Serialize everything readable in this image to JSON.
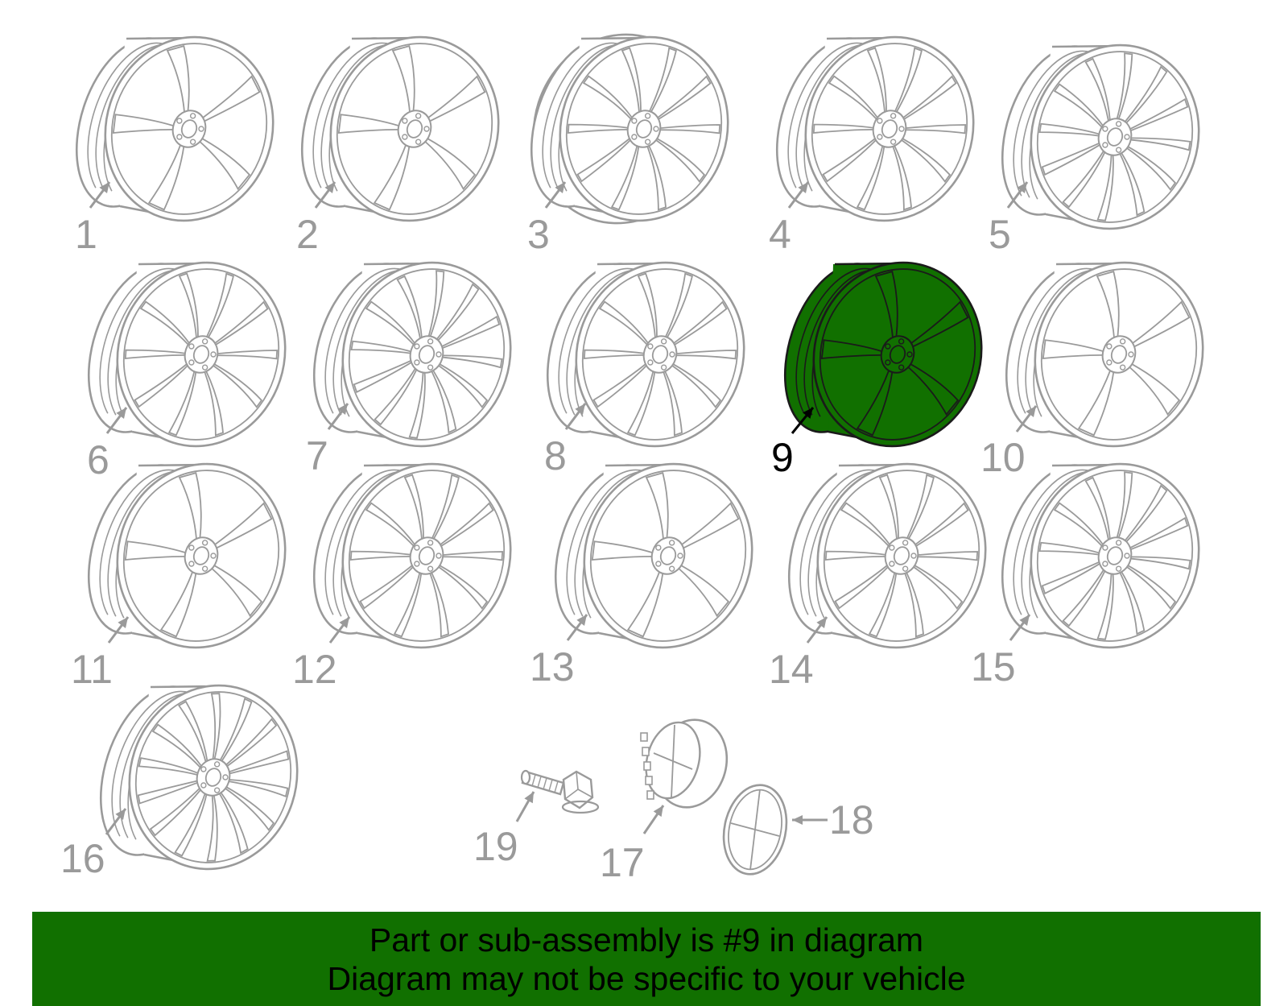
{
  "diagram": {
    "highlight_color": "#117000",
    "line_color": "#9a9a9a",
    "selected_part": "9",
    "wheels": [
      {
        "label": "1"
      },
      {
        "label": "2"
      },
      {
        "label": "3"
      },
      {
        "label": "4"
      },
      {
        "label": "5"
      },
      {
        "label": "6"
      },
      {
        "label": "7"
      },
      {
        "label": "8"
      },
      {
        "label": "9"
      },
      {
        "label": "10"
      },
      {
        "label": "11"
      },
      {
        "label": "12"
      },
      {
        "label": "13"
      },
      {
        "label": "14"
      },
      {
        "label": "15"
      },
      {
        "label": "16"
      }
    ],
    "small_parts": [
      {
        "label": "19",
        "icon": "wheel-bolt-icon"
      },
      {
        "label": "17",
        "icon": "center-cap-icon"
      },
      {
        "label": "18",
        "icon": "emblem-icon"
      }
    ]
  },
  "footer": {
    "line1": "Part or sub-assembly is #9 in diagram",
    "line2": "Diagram may not be specific to your vehicle"
  }
}
